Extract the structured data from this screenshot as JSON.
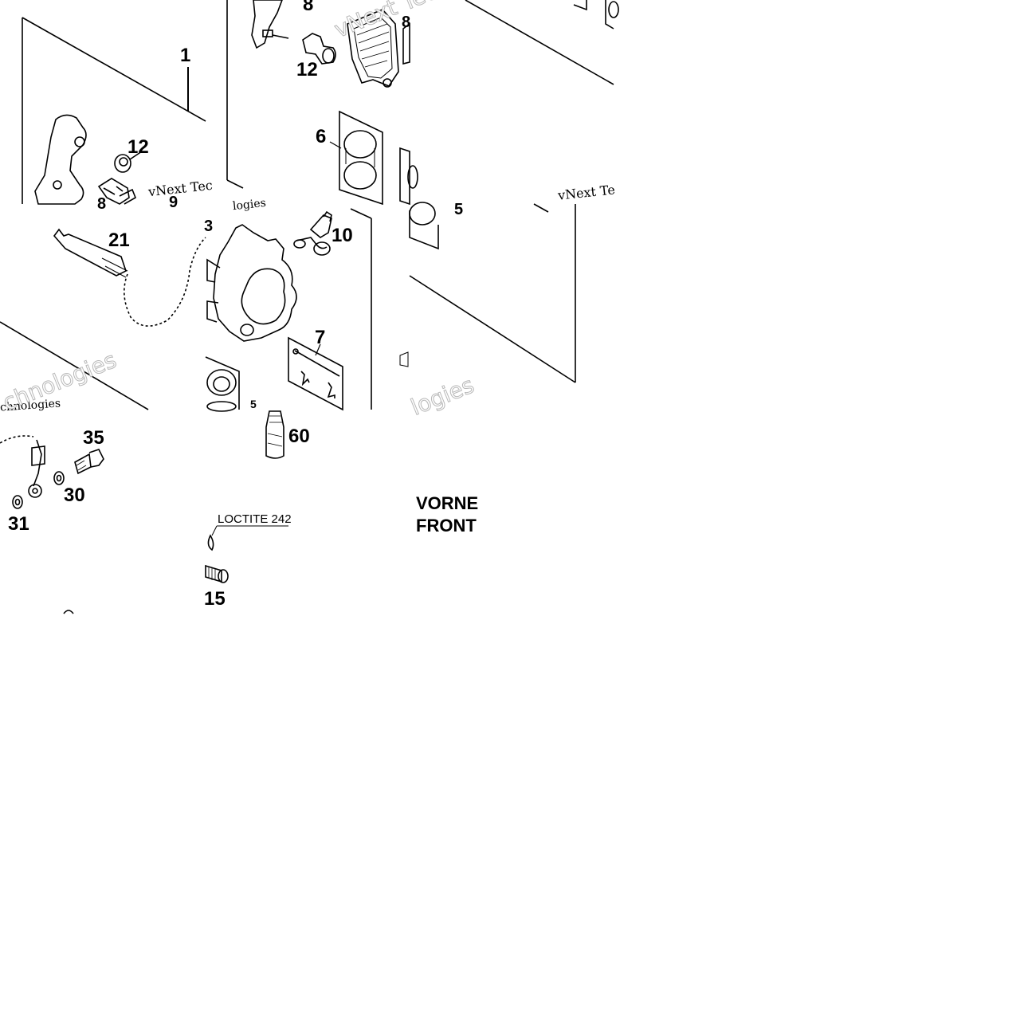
{
  "diagram": {
    "callouts": [
      "1",
      "12",
      "8",
      "9",
      "21",
      "35",
      "30",
      "31",
      "8",
      "12",
      "8",
      "6",
      "10",
      "3",
      "7",
      "5",
      "60",
      "15",
      "5"
    ],
    "note": "LOCTITE 242",
    "direction_line1": "VORNE",
    "direction_line2": "FRONT",
    "watermark_a": "vNext Tec",
    "watermark_b": "vNext Te",
    "watermark_c": "chnologies",
    "watermark_d": "logies"
  }
}
